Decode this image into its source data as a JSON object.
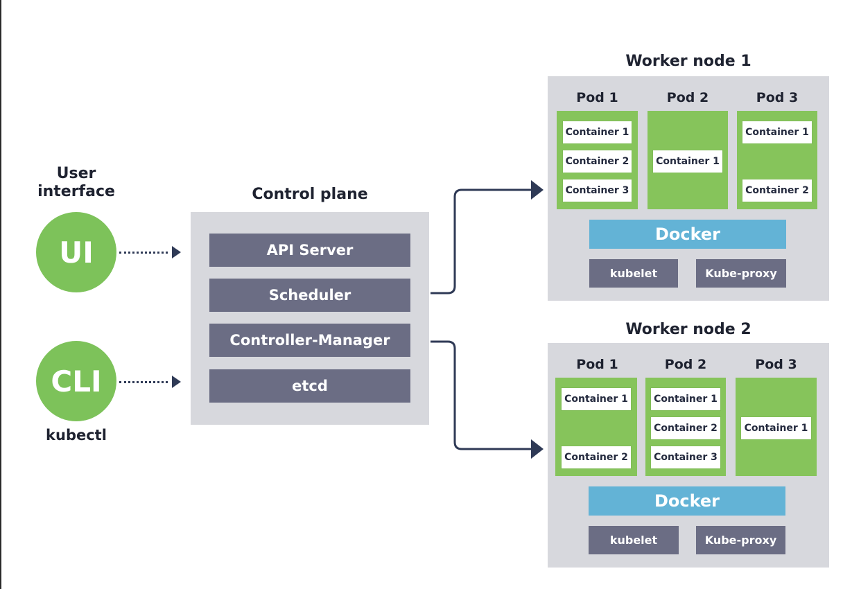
{
  "user_interface": {
    "title_line1": "User",
    "title_line2": "interface",
    "ui_label": "UI",
    "cli_label": "CLI",
    "cli_caption": "kubectl"
  },
  "control_plane": {
    "title": "Control plane",
    "components": [
      "API Server",
      "Scheduler",
      "Controller-Manager",
      "etcd"
    ]
  },
  "worker_nodes": [
    {
      "title": "Worker node 1",
      "pods": [
        {
          "label": "Pod 1",
          "containers": [
            "Container 1",
            "Container 2",
            "Container 3"
          ]
        },
        {
          "label": "Pod 2",
          "containers": [
            "Container 1"
          ]
        },
        {
          "label": "Pod 3",
          "containers": [
            "Container 1",
            "Container 2"
          ]
        }
      ],
      "runtime": "Docker",
      "services": [
        "kubelet",
        "Kube-proxy"
      ]
    },
    {
      "title": "Worker node 2",
      "pods": [
        {
          "label": "Pod 1",
          "containers": [
            "Container 1",
            "Container 2"
          ]
        },
        {
          "label": "Pod 2",
          "containers": [
            "Container 1",
            "Container 2",
            "Container 3"
          ]
        },
        {
          "label": "Pod 3",
          "containers": [
            "Container 1"
          ]
        }
      ],
      "runtime": "Docker",
      "services": [
        "kubelet",
        "Kube-proxy"
      ]
    }
  ],
  "colors": {
    "node_green": "#7dc25a",
    "pod_green": "#86c45b",
    "panel_gray": "#d7d8dd",
    "component_slate": "#6b6d84",
    "docker_blue": "#63b3d6",
    "arrow_navy": "#2f3a56"
  }
}
